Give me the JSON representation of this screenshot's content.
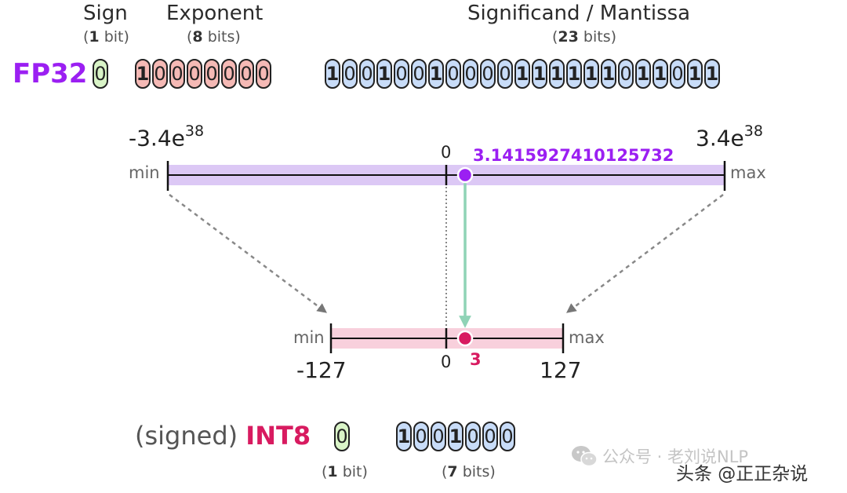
{
  "headers": {
    "sign": "Sign",
    "sign_bits": {
      "n": "1",
      "unit": " bit"
    },
    "exponent": "Exponent",
    "exponent_bits": {
      "n": "8",
      "unit": " bits"
    },
    "mantissa": "Significand / Mantissa",
    "mantissa_bits": {
      "n": "23",
      "unit": " bits"
    }
  },
  "fp32": {
    "label": "FP32",
    "sign": "0",
    "exponent": "10000000",
    "mantissa": "10010010000111111011011"
  },
  "fp32_range": {
    "min_value": "-3.4e",
    "min_exp": "38",
    "max_value": "3.4e",
    "max_exp": "38",
    "min_label": "min",
    "max_label": "max",
    "zero": "0",
    "point_value": "3.1415927410125732"
  },
  "int8_range": {
    "min_label": "min",
    "max_label": "max",
    "min_value": "-127",
    "max_value": "127",
    "zero": "0",
    "point_value": "3"
  },
  "int8": {
    "prefix": "(signed) ",
    "label": "INT8",
    "sign": "0",
    "bits": "1001000",
    "sign_bits": {
      "n": "1",
      "unit": " bit"
    },
    "value_bits": {
      "n": "7",
      "unit": " bits"
    }
  },
  "watermark": {
    "text1": "公众号 · 老刘说NLP",
    "text2": "头条 @正正杂说"
  },
  "colors": {
    "fp32": "#9b1ff2",
    "int8": "#d81b60",
    "sign_fill": "#d9f4c7",
    "exponent_fill": "#f5b9b5",
    "mantissa_fill": "#c8dcf8",
    "fp32_band": "#dcc8f5",
    "int8_band": "#f8d0dc",
    "arrow": "#8fd3b6"
  }
}
